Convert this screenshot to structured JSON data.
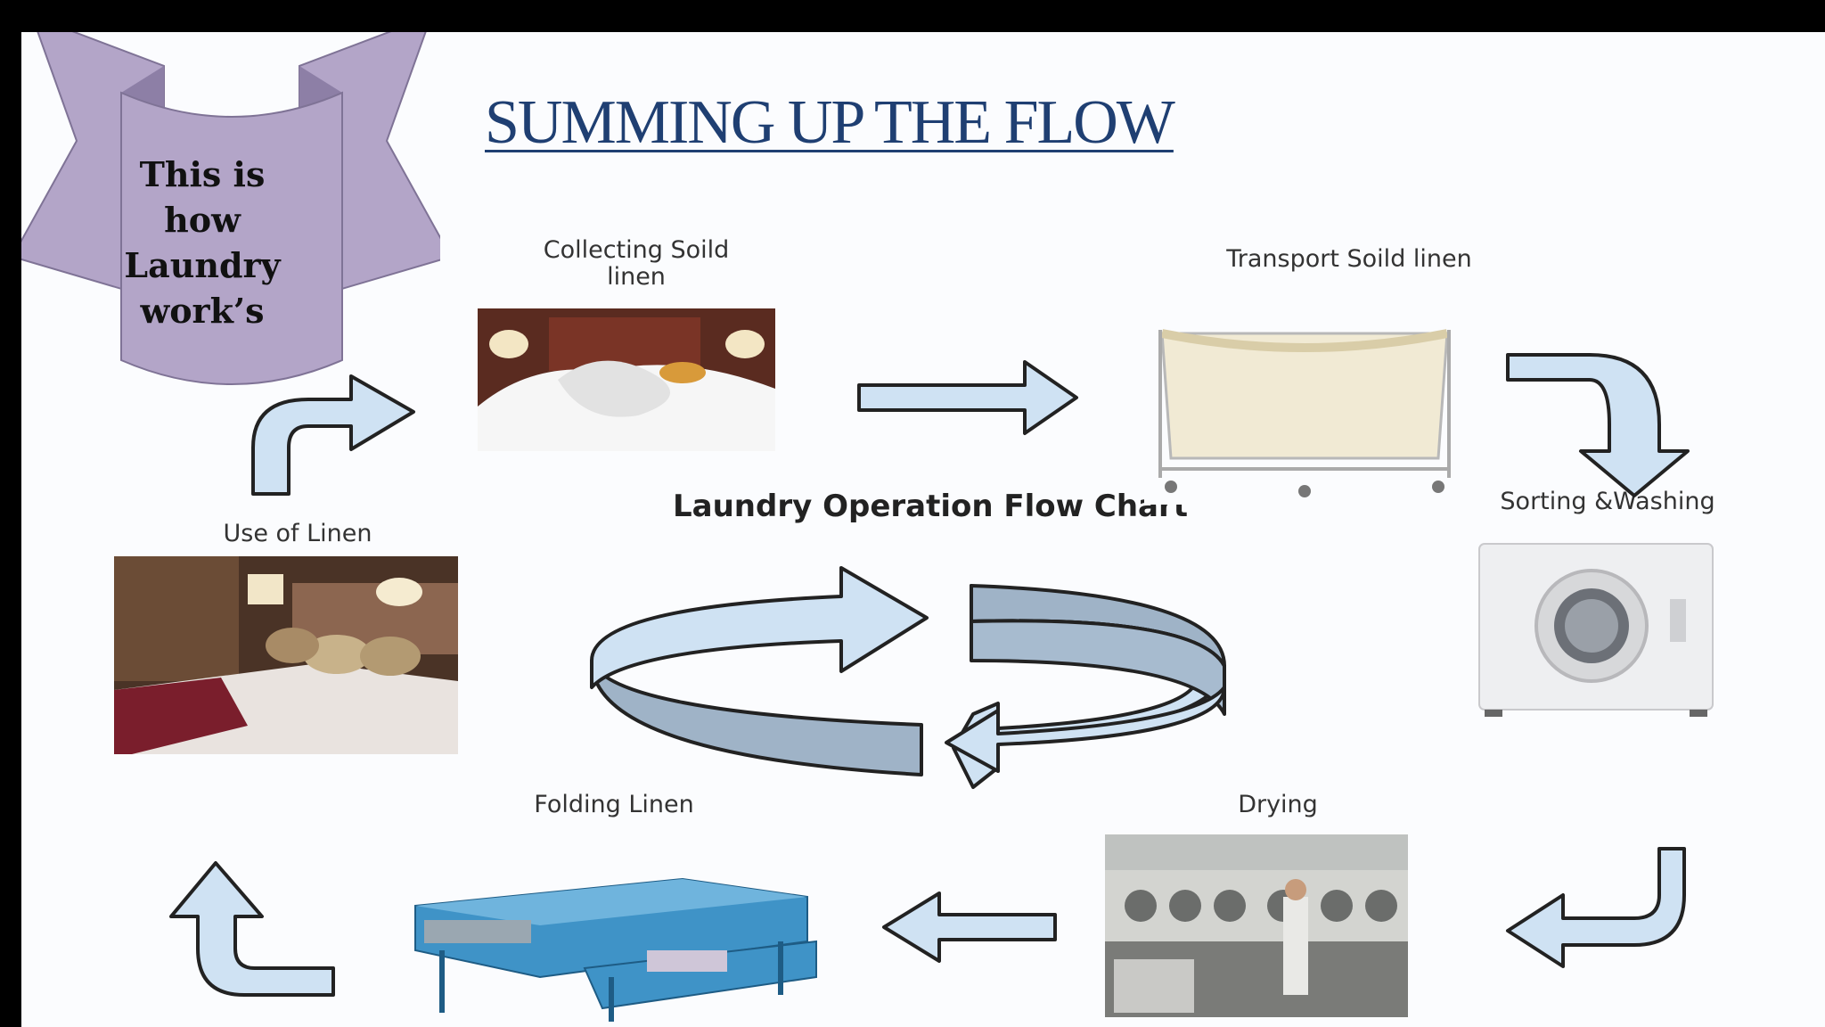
{
  "slide": {
    "title": "SUMMING UP THE FLOW",
    "banner_text": [
      "This is",
      "how",
      "Laundry",
      "work’s"
    ]
  },
  "diagram": {
    "center_title": "Laundry Operation Flow Chart",
    "steps": [
      {
        "label_lines": [
          "Collecting Soild",
          "linen"
        ],
        "image": "bed-with-soiled-linen"
      },
      {
        "label_lines": [
          "Transport Soild linen"
        ],
        "image": "laundry-trolley"
      },
      {
        "label_lines": [
          "Sorting &Washing"
        ],
        "image": "washing-machine"
      },
      {
        "label_lines": [
          "Drying"
        ],
        "image": "laundry-room-dryers"
      },
      {
        "label_lines": [
          "Folding Linen"
        ],
        "image": "linen-folding-machine"
      },
      {
        "label_lines": [
          "Use of Linen"
        ],
        "image": "hotel-bedroom"
      }
    ]
  },
  "colors": {
    "arrow_fill": "#cfe2f3",
    "arrow_stroke": "#222222",
    "banner_fill": "#b3a5c8",
    "banner_shade": "#9d8fb4",
    "title_color": "#1f3f72"
  }
}
